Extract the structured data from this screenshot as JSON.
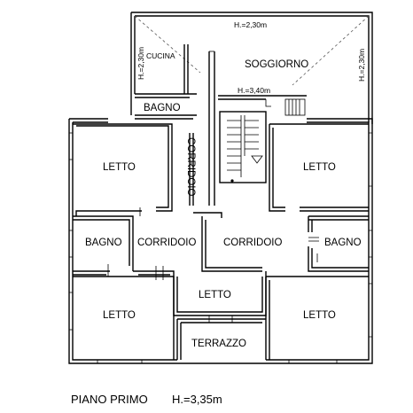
{
  "plan": {
    "rooms": {
      "soggiorno": "SOGGIORNO",
      "cucina": "CUCINA",
      "bagno_top": "BAGNO",
      "corridoio_vertical": "CORRIDOIO",
      "letto_nw": "LETTO",
      "letto_ne": "LETTO",
      "bagno_w": "BAGNO",
      "corridoio_w": "CORRIDOIO",
      "corridoio_e": "CORRIDOIO",
      "bagno_e": "BAGNO",
      "letto_sw": "LETTO",
      "letto_center": "LETTO",
      "letto_se": "LETTO",
      "terrazzo": "TERRAZZO"
    },
    "heights": {
      "top": "H.=2,30m",
      "left": "H.=2,30m",
      "right": "H.=2,30m",
      "stair": "H.=3,40m"
    }
  },
  "caption": {
    "floor": "PIANO PRIMO",
    "height": "H.=3,35m"
  }
}
